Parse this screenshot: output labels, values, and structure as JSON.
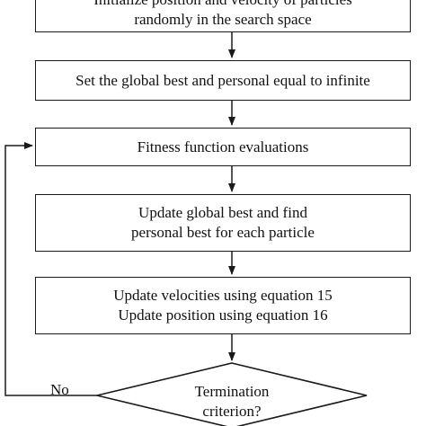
{
  "flowchart": {
    "steps": [
      {
        "lines": [
          "Initialize position and velocity of particles",
          "randomly in the search space"
        ]
      },
      {
        "lines": [
          "Set the global best and personal equal to infinite"
        ]
      },
      {
        "lines": [
          "Fitness function evaluations"
        ]
      },
      {
        "lines": [
          "Update global best and find",
          "personal best for each particle"
        ]
      },
      {
        "lines": [
          "Update velocities using equation 15",
          "Update position using equation 16"
        ]
      }
    ],
    "decision": {
      "lines": [
        "Termination",
        "criterion?"
      ]
    },
    "loop_label": "No"
  }
}
